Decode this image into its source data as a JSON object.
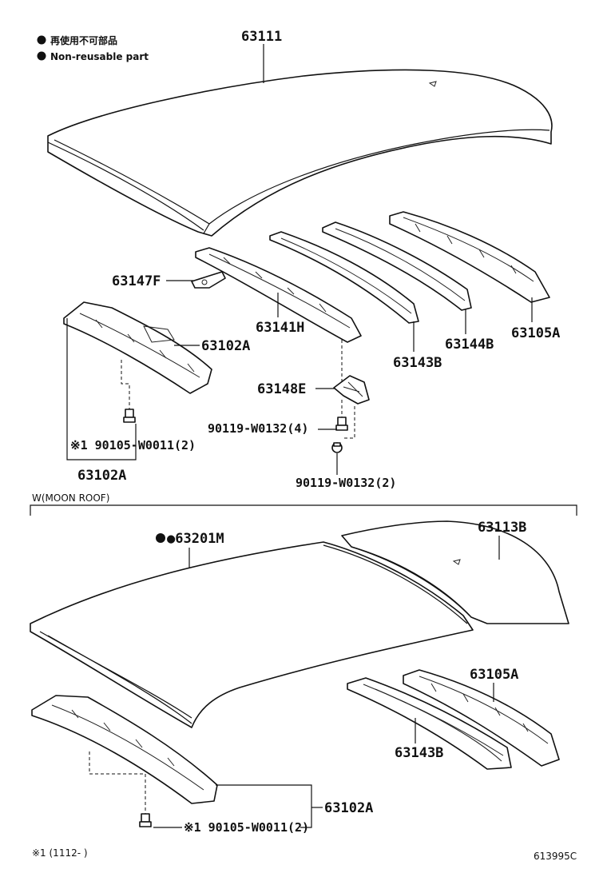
{
  "legend": {
    "items": [
      {
        "icon": "filled-circle-icon",
        "text": "再使用不可部品"
      },
      {
        "icon": "filled-circle-icon",
        "text": "Non-reusable part"
      }
    ]
  },
  "upper": {
    "roof_panel": "63111",
    "bracket": "63147F",
    "front_header": "63141H",
    "reinforcement_1": "63143B",
    "reinforcement_2": "63144B",
    "rear_header": "63105A",
    "front_panel_reinf": "63102A",
    "front_panel_reinf_group": "63102A",
    "gusset": "63148E",
    "screw_1": "90119-W0132(4)",
    "screw_2": "90119-W0132(2)",
    "bolt": "※1 90105-W0011(2)"
  },
  "lower": {
    "section_title": "W(MOON ROOF)",
    "roof_panel": "●63201M",
    "roof_panel_rear": "63113B",
    "rear_header": "63105A",
    "reinforcement": "63143B",
    "front_panel_reinf": "63102A",
    "bolt": "※1 90105-W0011(2)"
  },
  "footnote": {
    "note": "※1 (1112-      )",
    "illustration_id": "613995C"
  }
}
